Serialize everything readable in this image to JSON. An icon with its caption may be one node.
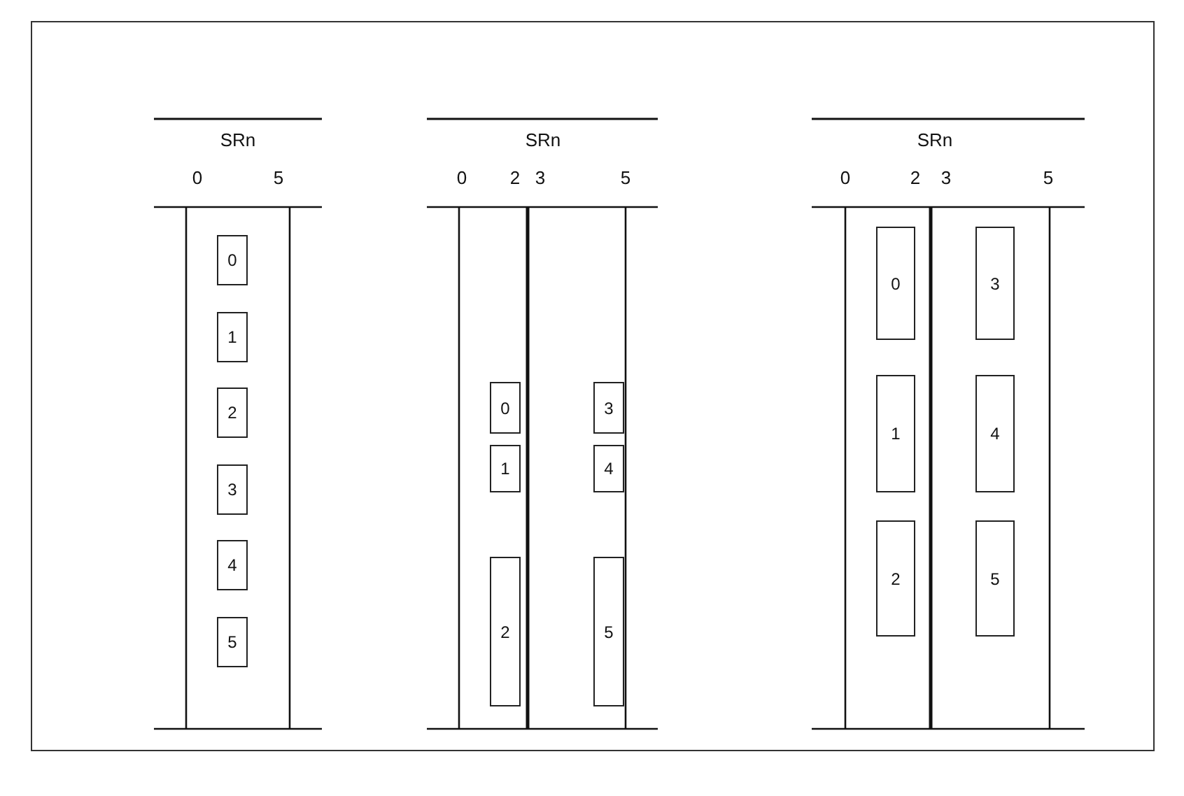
{
  "diagram": {
    "nodes": [
      {
        "text": [
          "0"
        ]
      },
      {
        "text": [
          "1"
        ]
      },
      {
        "text": [
          "2"
        ]
      },
      {
        "text": [
          "3"
        ]
      },
      {
        "text": [
          "4"
        ]
      },
      {
        "text": [
          "5"
        ]
      },
      {
        "text": [
          "0"
        ]
      },
      {
        "text": [
          "1"
        ]
      },
      {
        "text": [
          "2"
        ]
      },
      {
        "text": [
          "3"
        ]
      },
      {
        "text": [
          "4"
        ]
      },
      {
        "text": [
          "5"
        ]
      },
      {
        "text": [
          "0"
        ]
      },
      {
        "text": [
          "1"
        ]
      },
      {
        "text": [
          "2"
        ]
      },
      {
        "text": [
          "3"
        ]
      },
      {
        "text": [
          "4"
        ]
      },
      {
        "text": [
          "5"
        ]
      }
    ],
    "edges": [],
    "labels": [
      "SRn",
      "0",
      "5",
      "SRn",
      "0",
      "2",
      "3",
      "5",
      "SRn",
      "0",
      "2",
      "3",
      "5"
    ]
  }
}
